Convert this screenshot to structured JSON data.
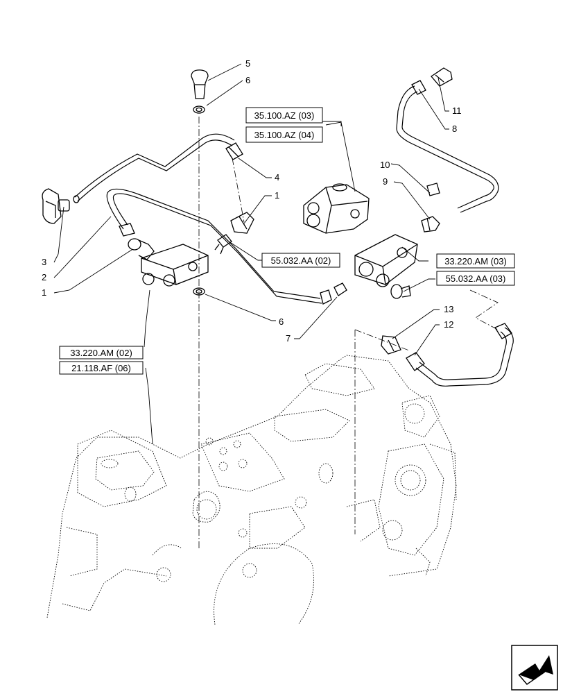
{
  "callouts": {
    "c1a": "1",
    "c1b": "1",
    "c2": "2",
    "c3": "3",
    "c4": "4",
    "c5": "5",
    "c6a": "6",
    "c6b": "6",
    "c7": "7",
    "c8": "8",
    "c9": "9",
    "c10": "10",
    "c11": "11",
    "c12": "12",
    "c13": "13"
  },
  "references": {
    "r35_100_az_03": "35.100.AZ (03)",
    "r35_100_az_04": "35.100.AZ (04)",
    "r33_220_am_03": "33.220.AM (03)",
    "r55_032_aa_03": "55.032.AA (03)",
    "r55_032_aa_02": "55.032.AA (02)",
    "r33_220_am_02": "33.220.AM (02)",
    "r21_118_af_06": "21.118.AF (06)"
  },
  "nav": {
    "icon": "next-page-arrow-icon"
  }
}
